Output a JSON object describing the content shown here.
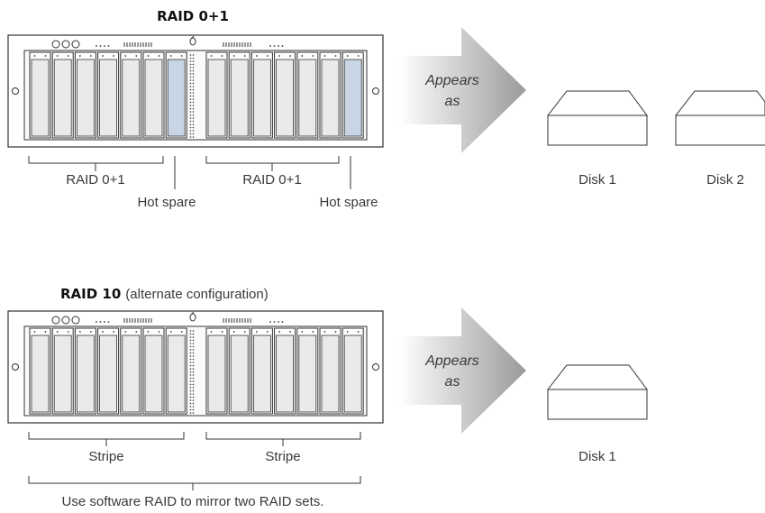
{
  "colors": {
    "chassis_fill": "#ffffff",
    "chassis_stroke": "#333333",
    "bay_fill": "#e9eaec",
    "hot_spare_fill": "#c8d5e4",
    "arrow_light": "#ffffff",
    "arrow_dark": "#9a9a9a",
    "line": "#333333"
  },
  "top": {
    "title": "RAID 0+1",
    "group_labels": [
      "RAID 0+1",
      "RAID 0+1"
    ],
    "spare_labels": [
      "Hot spare",
      "Hot spare"
    ],
    "arrow_line1": "Appears",
    "arrow_line2": "as",
    "disks": [
      "Disk 1",
      "Disk 2"
    ]
  },
  "bottom": {
    "title_bold": "RAID 10",
    "title_rest": "(alternate configuration)",
    "group_labels": [
      "Stripe",
      "Stripe"
    ],
    "note": "Use software RAID to mirror two RAID sets.",
    "arrow_line1": "Appears",
    "arrow_line2": "as",
    "disks": [
      "Disk 1"
    ]
  }
}
